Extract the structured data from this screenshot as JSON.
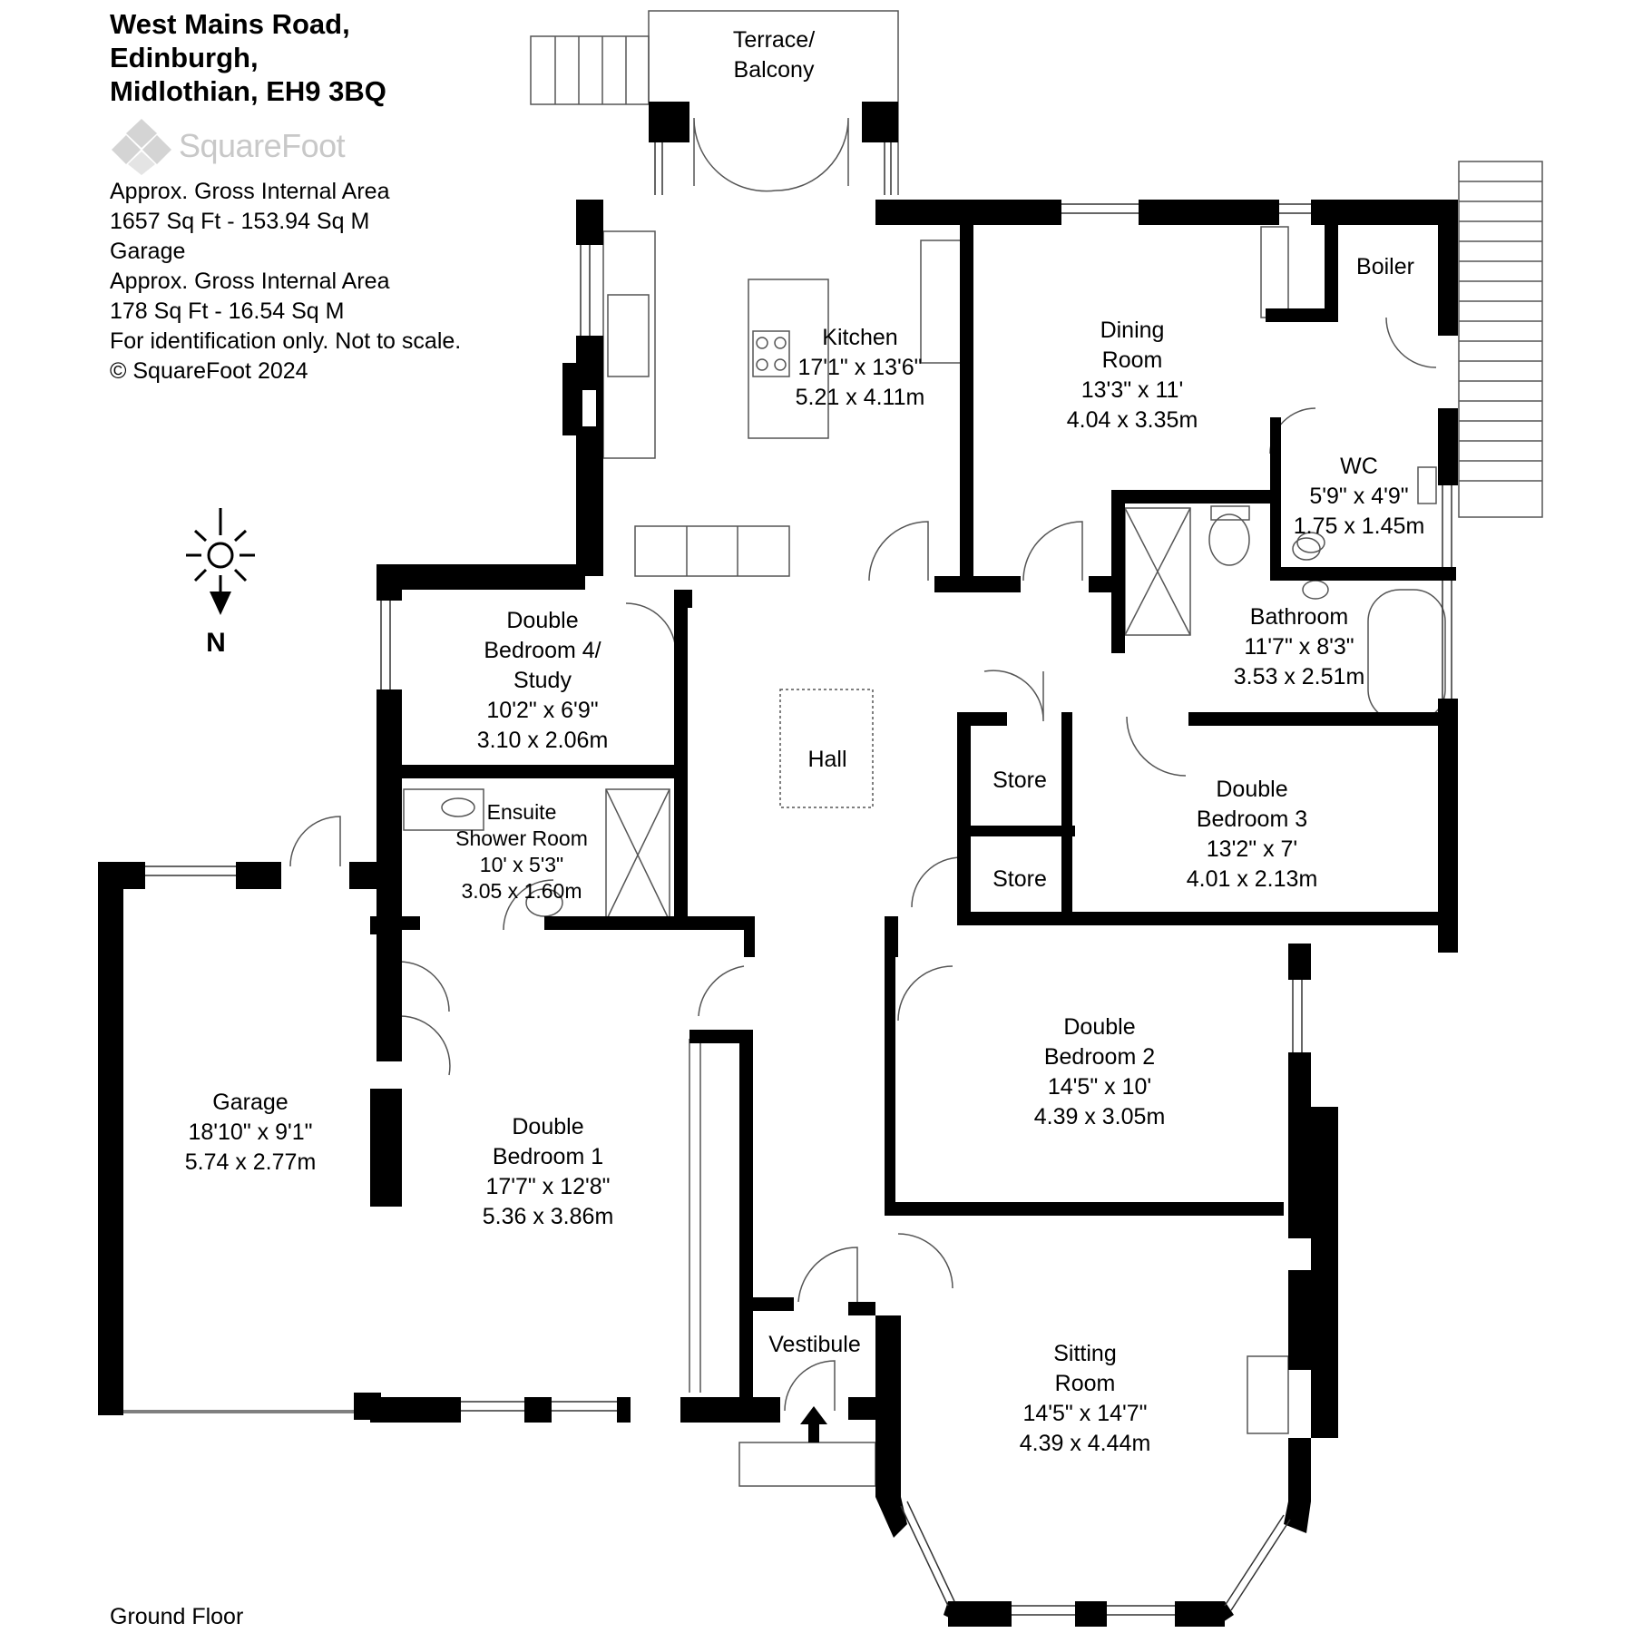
{
  "address": [
    "West Mains Road,",
    "Edinburgh,",
    "Midlothian, EH9 3BQ"
  ],
  "logo": {
    "text": "SquareFoot",
    "icon": "squarefoot-logo-icon"
  },
  "area_notes": [
    "Approx. Gross Internal Area",
    "1657 Sq Ft  -  153.94 Sq M",
    "Garage",
    "Approx. Gross Internal Area",
    "178 Sq Ft  -  16.54 Sq M",
    "For identification only. Not to scale.",
    "© SquareFoot 2024"
  ],
  "compass": {
    "letter": "N",
    "icon": "north-arrow-sun-icon"
  },
  "floor_label": "Ground Floor",
  "rooms": {
    "terrace": [
      "Terrace/",
      "Balcony"
    ],
    "kitchen": [
      "Kitchen",
      "17'1\" x 13'6\"",
      "5.21 x 4.11m"
    ],
    "dining": [
      "Dining",
      "Room",
      "13'3\" x 11'",
      "4.04 x 3.35m"
    ],
    "boiler": [
      "Boiler"
    ],
    "wc": [
      "WC",
      "5'9\" x 4'9\"",
      "1.75 x 1.45m"
    ],
    "bathroom": [
      "Bathroom",
      "11'7\" x 8'3\"",
      "3.53 x 2.51m"
    ],
    "bedroom4": [
      "Double",
      "Bedroom 4/",
      "Study",
      "10'2\" x 6'9\"",
      "3.10 x 2.06m"
    ],
    "hall": [
      "Hall"
    ],
    "store1": [
      "Store"
    ],
    "store2": [
      "Store"
    ],
    "bedroom3": [
      "Double",
      "Bedroom 3",
      "13'2\" x 7'",
      "4.01 x 2.13m"
    ],
    "ensuite": [
      "Ensuite",
      "Shower Room",
      "10' x 5'3\"",
      "3.05 x 1.60m"
    ],
    "garage": [
      "Garage",
      "18'10\" x 9'1\"",
      "5.74 x 2.77m"
    ],
    "bedroom1": [
      "Double",
      "Bedroom 1",
      "17'7\" x 12'8\"",
      "5.36 x 3.86m"
    ],
    "bedroom2": [
      "Double",
      "Bedroom 2",
      "14'5\" x 10'",
      "4.39 x 3.05m"
    ],
    "vestibule": [
      "Vestibule"
    ],
    "sitting": [
      "Sitting",
      "Room",
      "14'5\" x 14'7\"",
      "4.39 x 4.44m"
    ]
  }
}
